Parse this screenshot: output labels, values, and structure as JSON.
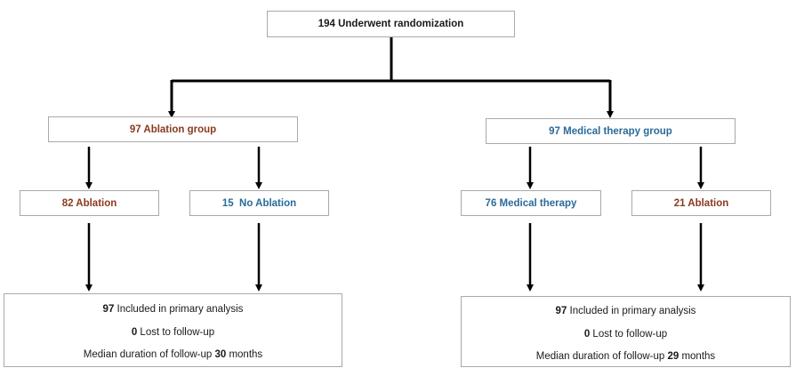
{
  "root": {
    "label": "194 Underwent randomization"
  },
  "groups": {
    "ablation": {
      "label": "97 Ablation group",
      "left": {
        "label": "82 Ablation"
      },
      "right": {
        "label": "15  No Ablation"
      },
      "summary": {
        "included_num": "97",
        "included_text": " Included in primary analysis",
        "lost_num": "0",
        "lost_text": " Lost to follow-up",
        "median_text": "Median duration of follow-up ",
        "median_num": "30",
        "median_unit": " months"
      }
    },
    "medical": {
      "label": "97 Medical therapy group",
      "left": {
        "label": "76 Medical therapy"
      },
      "right": {
        "label": "21 Ablation"
      },
      "summary": {
        "included_num": "97",
        "included_text": " Included in primary analysis",
        "lost_num": "0",
        "lost_text": " Lost to follow-up",
        "median_text": "Median duration of follow-up ",
        "median_num": "29",
        "median_unit": " months"
      }
    }
  },
  "colors": {
    "ablation_text": "#8b3a1f",
    "medical_text": "#2a6b99",
    "border": "#a9a9a9",
    "arrow": "#000000"
  }
}
